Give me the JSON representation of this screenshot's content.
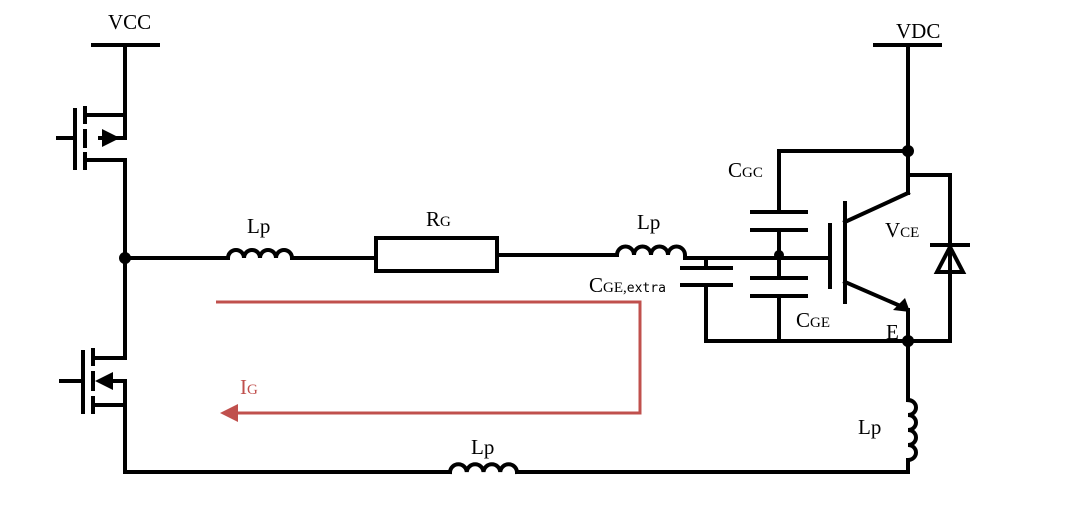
{
  "labels": {
    "vcc": "VCC",
    "vdc": "VDC",
    "lp1": "Lp",
    "rg_main": "R",
    "rg_sub": "G",
    "lp2": "Lp",
    "cgc_main": "C",
    "cgc_sub": "GC",
    "vce_main": "V",
    "vce_sub": "CE",
    "cge_extra_main": "C",
    "cge_extra_sub": "GE,",
    "cge_extra_suffix": "extra",
    "cge_main": "C",
    "cge_sub": "GE",
    "e": "E",
    "lp3": "Lp",
    "lp4": "Lp",
    "ig_main": "I",
    "ig_sub": "G"
  },
  "colors": {
    "wire": "#000000",
    "current": "#c0504d"
  }
}
